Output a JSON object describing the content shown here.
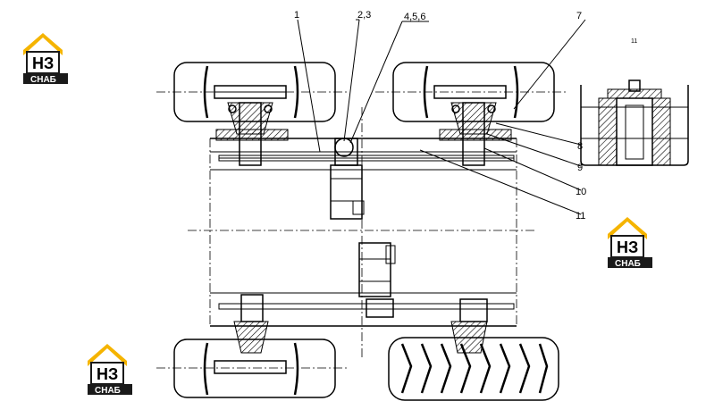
{
  "callouts": {
    "c1": "1",
    "c2_3": "2,3",
    "c4_5_6": "4,5,6",
    "c7": "7",
    "c8": "8",
    "c9": "9",
    "c10": "10",
    "c11": "11",
    "detail": "11"
  },
  "logo": {
    "letters": "НЗ",
    "caption": "СНАБ",
    "colors": {
      "roof": "#f5b400",
      "letters": "#ffffff",
      "bar": "#1a1a1a"
    }
  },
  "icons": [
    "logo-house-icon"
  ]
}
